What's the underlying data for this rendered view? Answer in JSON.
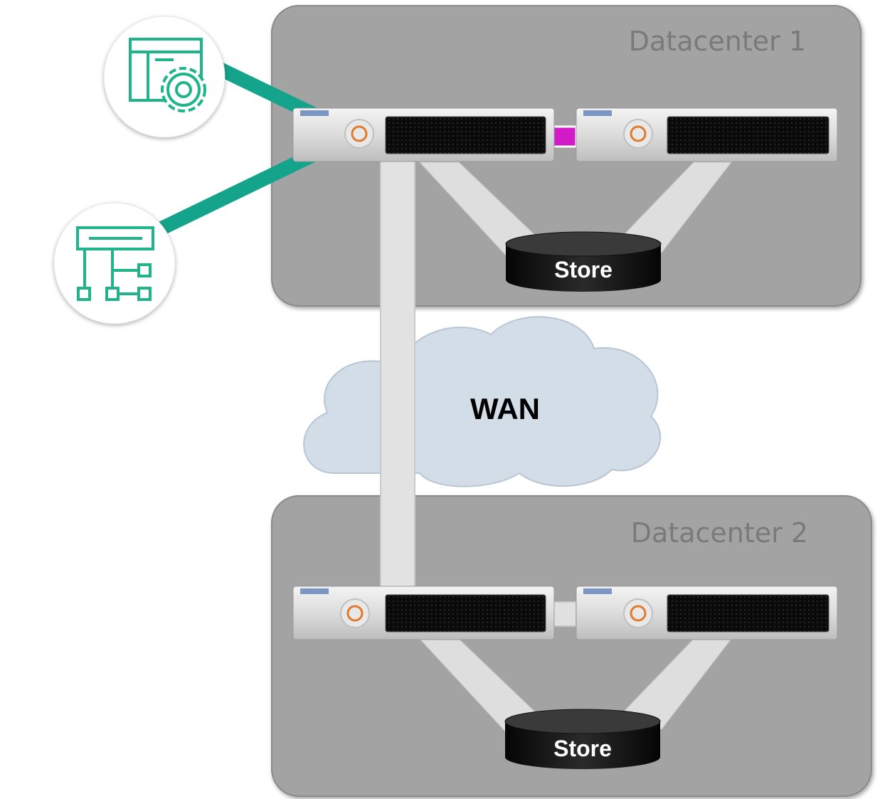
{
  "datacenters": [
    {
      "label": "Datacenter 1",
      "store_label": "Store"
    },
    {
      "label": "Datacenter 2",
      "store_label": "Store"
    }
  ],
  "wan": {
    "label": "WAN"
  },
  "icons": {
    "app_settings": "application-settings-icon",
    "hierarchy": "hierarchy-diagram-icon"
  },
  "colors": {
    "datacenter_fill": "#a3a3a3",
    "client_link": "#14a38b",
    "icon_stroke": "#1fb48a",
    "node_interlink_active": "#d11bc8",
    "wan_cloud": "#d2dde8",
    "store": "#111111"
  }
}
